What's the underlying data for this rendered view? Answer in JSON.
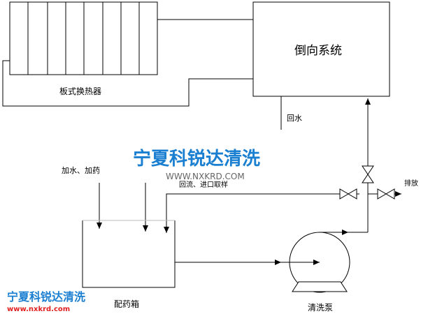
{
  "labels": {
    "heat_exchanger": "板式换热器",
    "reversing_system": "倒向系统",
    "return_water": "回水",
    "add_water": "加水、加药",
    "sampling": "回流、进口取样",
    "drain": "排放",
    "tank": "配药箱",
    "pump": "清洗泵"
  },
  "watermark": {
    "main_text": "宁夏科锐达清洗",
    "main_url": "WWW.NXKRD.COM",
    "corner_text": "宁夏科锐达清洗",
    "corner_url": "www.nxkrd.com",
    "color_blue": "#1a7fd0",
    "color_red": "#e02020"
  }
}
